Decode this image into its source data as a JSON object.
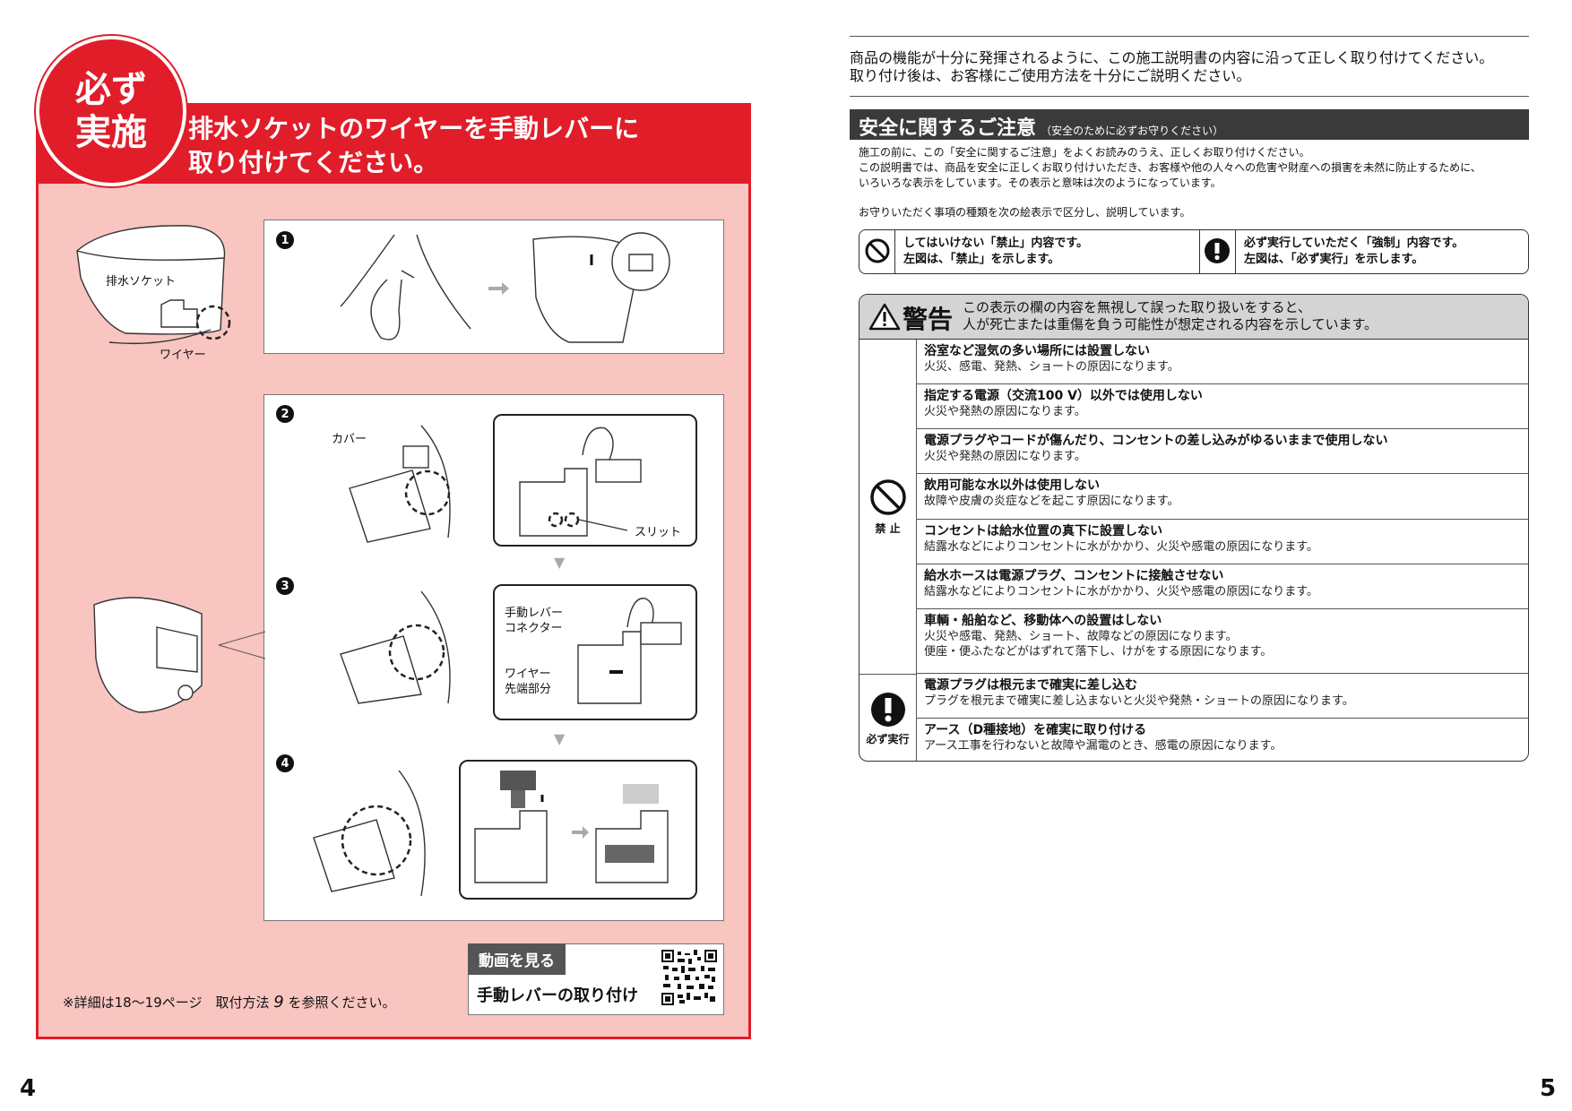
{
  "left_page": {
    "badge": [
      "必ず",
      "実施"
    ],
    "header": [
      "排水ソケットのワイヤーを手動レバーに",
      "取り付けてください。"
    ],
    "labels": {
      "drain_socket": "排水ソケット",
      "wire": "ワイヤー",
      "cover": "カバー",
      "slit": "スリット",
      "lever_connector": [
        "手動レバー",
        "コネクター"
      ],
      "wire_tip": [
        "ワイヤー",
        "先端部分"
      ]
    },
    "steps": [
      "1",
      "2",
      "3",
      "4"
    ],
    "video": {
      "tag": "動画を見る",
      "title": "手動レバーの取り付け"
    },
    "footnote": "※詳細は18〜19ページ　取付方法",
    "footnote_num": "9",
    "footnote_end": "を参照ください。",
    "page_number": "4"
  },
  "right_page": {
    "intro": [
      "商品の機能が十分に発揮されるように、この施工説明書の内容に沿って正しく取り付けてください。",
      "取り付け後は、お客様にご使用方法を十分にご説明ください。"
    ],
    "section_title": "安全に関するご注意",
    "section_sub": "（安全のために必ずお守りください）",
    "notes": [
      "施工の前に、この「安全に関するご注意」をよくお読みのうえ、正しくお取り付けください。",
      "この説明書では、商品を安全に正しくお取り付けいただき、お客様や他の人々への危害や財産への損害を未然に防止するために、",
      "いろいろな表示をしています。その表示と意味は次のようになっています。"
    ],
    "note2": "お守りいただく事項の種類を次の絵表示で区分し、説明しています。",
    "legend": {
      "prohibit": [
        "してはいけない「禁止」内容です。",
        "左図は、「禁止」を示します。"
      ],
      "mandatory": [
        "必ず実行していただく「強制」内容です。",
        "左図は、「必ず実行」を示します。"
      ]
    },
    "warning": {
      "label": "警告",
      "text": [
        "この表示の欄の内容を無視して誤った取り扱いをすると、",
        "人が死亡または重傷を負う可能性が想定される内容を示しています。"
      ],
      "prohibit_label": "禁 止",
      "mandatory_label": "必ず実行",
      "rows": [
        {
          "title": "浴室など湿気の多い場所には設置しない",
          "desc": [
            "火災、感電、発熱、ショートの原因になります。"
          ]
        },
        {
          "title": "指定する電源（交流100 V）以外では使用しない",
          "desc": [
            "火災や発熱の原因になります。"
          ]
        },
        {
          "title": "電源プラグやコードが傷んだり、コンセントの差し込みがゆるいままで使用しない",
          "desc": [
            "火災や発熱の原因になります。"
          ]
        },
        {
          "title": "飲用可能な水以外は使用しない",
          "desc": [
            "故障や皮膚の炎症などを起こす原因になります。"
          ]
        },
        {
          "title": "コンセントは給水位置の真下に設置しない",
          "desc": [
            "結露水などによりコンセントに水がかかり、火災や感電の原因になります。"
          ]
        },
        {
          "title": "給水ホースは電源プラグ、コンセントに接触させない",
          "desc": [
            "結露水などによりコンセントに水がかかり、火災や感電の原因になります。"
          ]
        },
        {
          "title": "車輌・船舶など、移動体への設置はしない",
          "desc": [
            "火災や感電、発熱、ショート、故障などの原因になります。",
            "便座・便ふたなどがはずれて落下し、けがをする原因になります。"
          ]
        },
        {
          "title": "電源プラグは根元まで確実に差し込む",
          "desc": [
            "プラグを根元まで確実に差し込まないと火災や発熱・ショートの原因になります。"
          ]
        },
        {
          "title": "アース（D種接地）を確実に取り付ける",
          "desc": [
            "アース工事を行わないと故障や漏電のとき、感電の原因になります。"
          ]
        }
      ]
    },
    "page_number": "5"
  }
}
